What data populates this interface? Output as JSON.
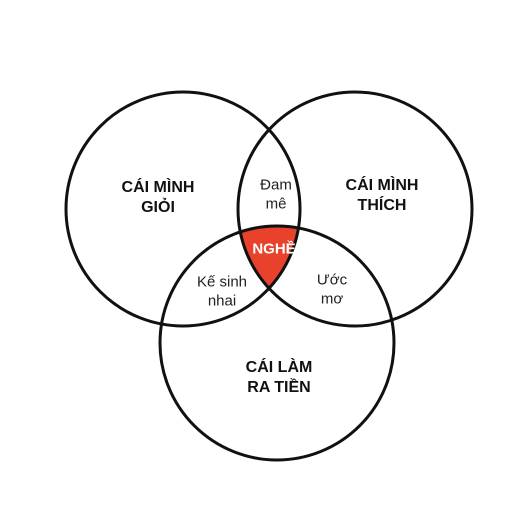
{
  "colors": {
    "background": "#ffffff",
    "outline": "#111111",
    "center_fill": "#e8412c"
  },
  "circles": {
    "left": {
      "line1": "CÁI MÌNH",
      "line2": "GIỎI"
    },
    "right": {
      "line1": "CÁI MÌNH",
      "line2": "THÍCH"
    },
    "bottom": {
      "line1": "CÁI LÀM",
      "line2": "RA TIỀN"
    }
  },
  "intersections": {
    "left_right": {
      "line1": "Đam",
      "line2": "mê"
    },
    "left_bottom": {
      "line1": "Kế sinh",
      "line2": "nhai"
    },
    "right_bottom": {
      "line1": "Ước",
      "line2": "mơ"
    },
    "center": "NGHỀ"
  }
}
